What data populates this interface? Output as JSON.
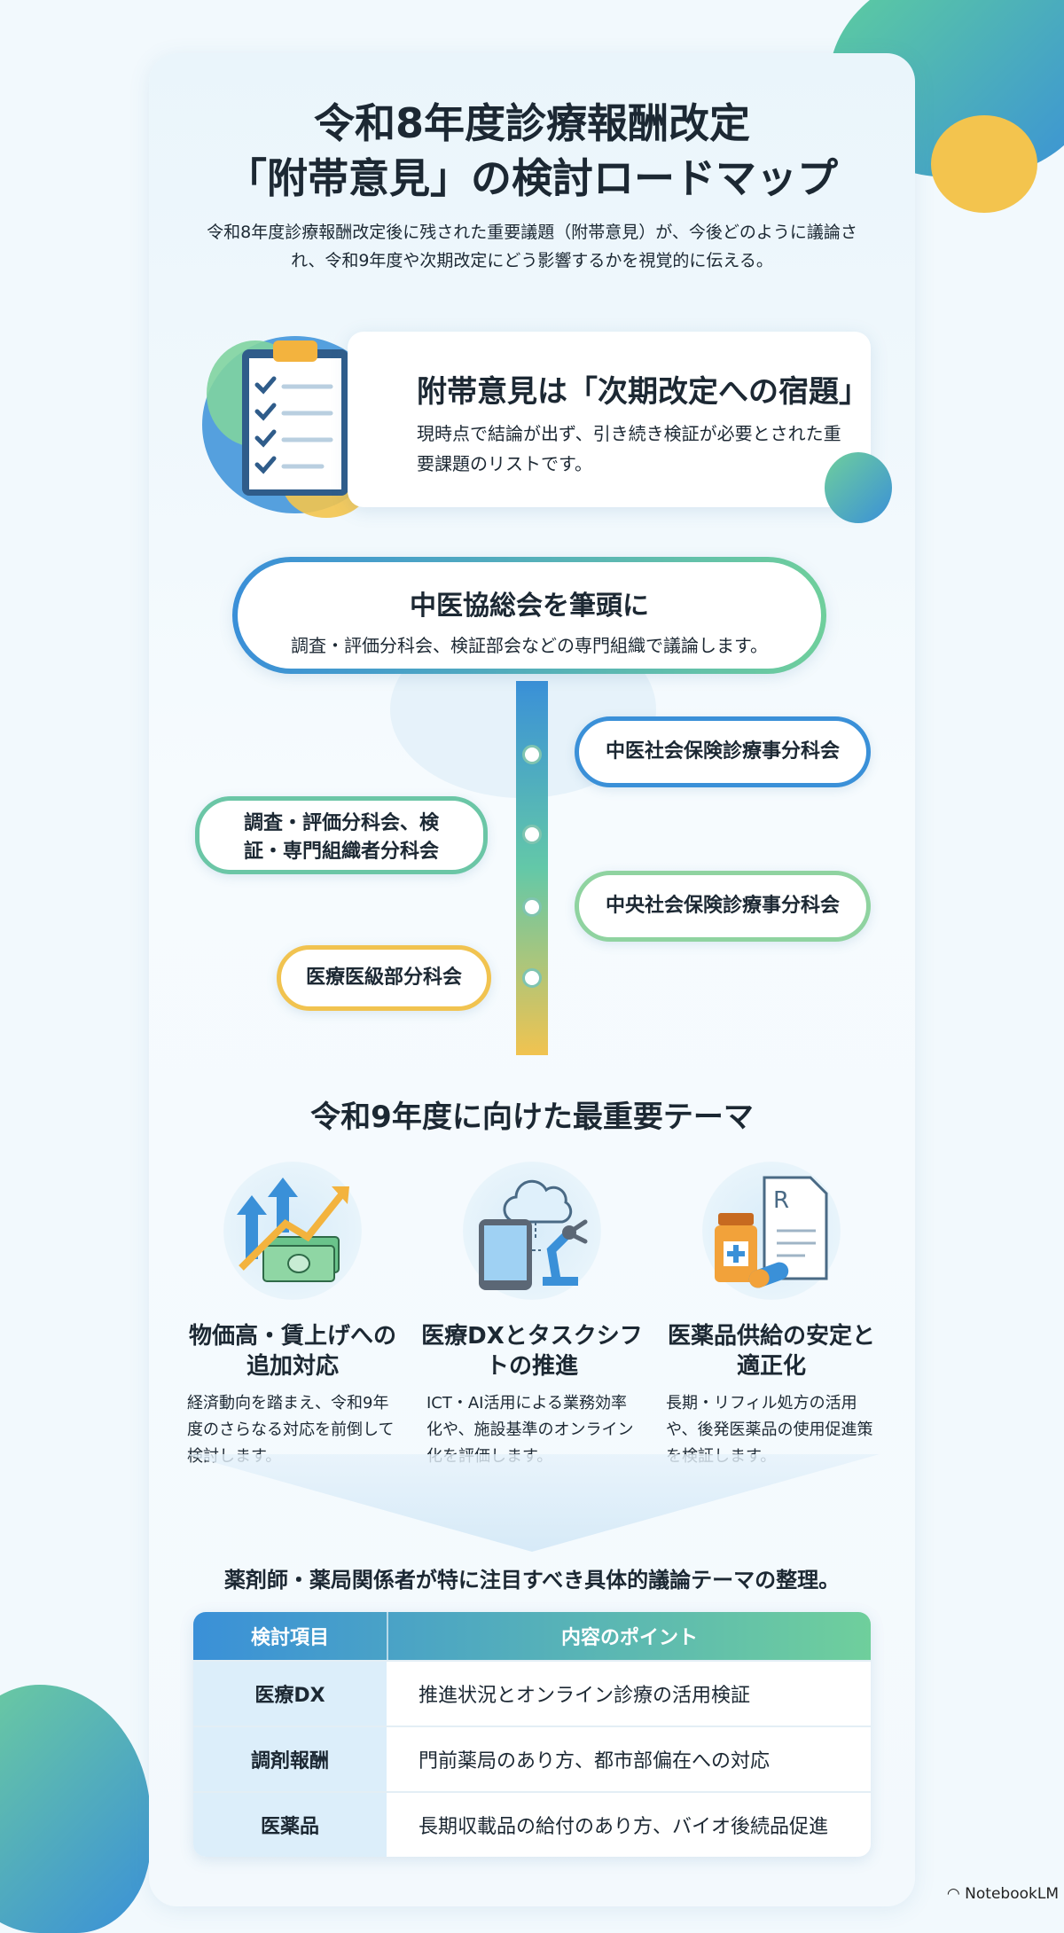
{
  "header": {
    "title_line1": "令和8年度診療報酬改定",
    "title_line2": "「附帯意見」の検討ロードマップ",
    "subtitle": "令和8年度診療報酬改定後に残された重要議題（附帯意見）が、今後どのように議論され、令和9年度や次期改定にどう影響するかを視覚的に伝える。"
  },
  "intro": {
    "heading": "附帯意見は「次期改定への宿題」",
    "body": "現時点で結論が出ず、引き続き検証が必要とされた重要課題のリストです。"
  },
  "roadmap": {
    "main_heading": "中医協総会を筆頭に",
    "main_sub": "調査・評価分科会、検証部会などの専門組織で議論します。",
    "branches": [
      "中医社会保険診療事分科会",
      "調査・評価分科会、検証・専門組織者分科会",
      "中央社会保険診療事分科会",
      "医療医級部分科会"
    ]
  },
  "themes": {
    "section_title": "令和9年度に向けた最重要テーマ",
    "items": [
      {
        "title": "物価高・賃上げへの追加対応",
        "desc": "経済動向を踏まえ、令和9年度のさらなる対応を前倒して検討します。",
        "icon": "chart-money-icon"
      },
      {
        "title": "医療DXとタスクシフトの推進",
        "desc": "ICT・AI活用による業務効率化や、施設基準のオンライン化を評価します。",
        "icon": "tablet-cloud-robot-icon"
      },
      {
        "title": "医薬品供給の安定と適正化",
        "desc": "長期・リフィル処方の活用や、後発医薬品の使用促進策を検証します。",
        "icon": "medicine-prescription-icon"
      }
    ]
  },
  "table": {
    "caption": "薬剤師・薬局関係者が特に注目すべき具体的議論テーマの整理。",
    "headers": [
      "検討項目",
      "内容のポイント"
    ],
    "rows": [
      [
        "医療DX",
        "推進状況とオンライン診療の活用検証"
      ],
      [
        "調剤報酬",
        "門前薬局のあり方、都市部偏在への対応"
      ],
      [
        "医薬品",
        "長期収載品の給付のあり方、バイオ後続品促進"
      ]
    ]
  },
  "footer": {
    "brand": "NotebookLM"
  },
  "colors": {
    "blue": "#3a90d8",
    "green": "#6fcf9c",
    "yellow": "#f1c350"
  }
}
